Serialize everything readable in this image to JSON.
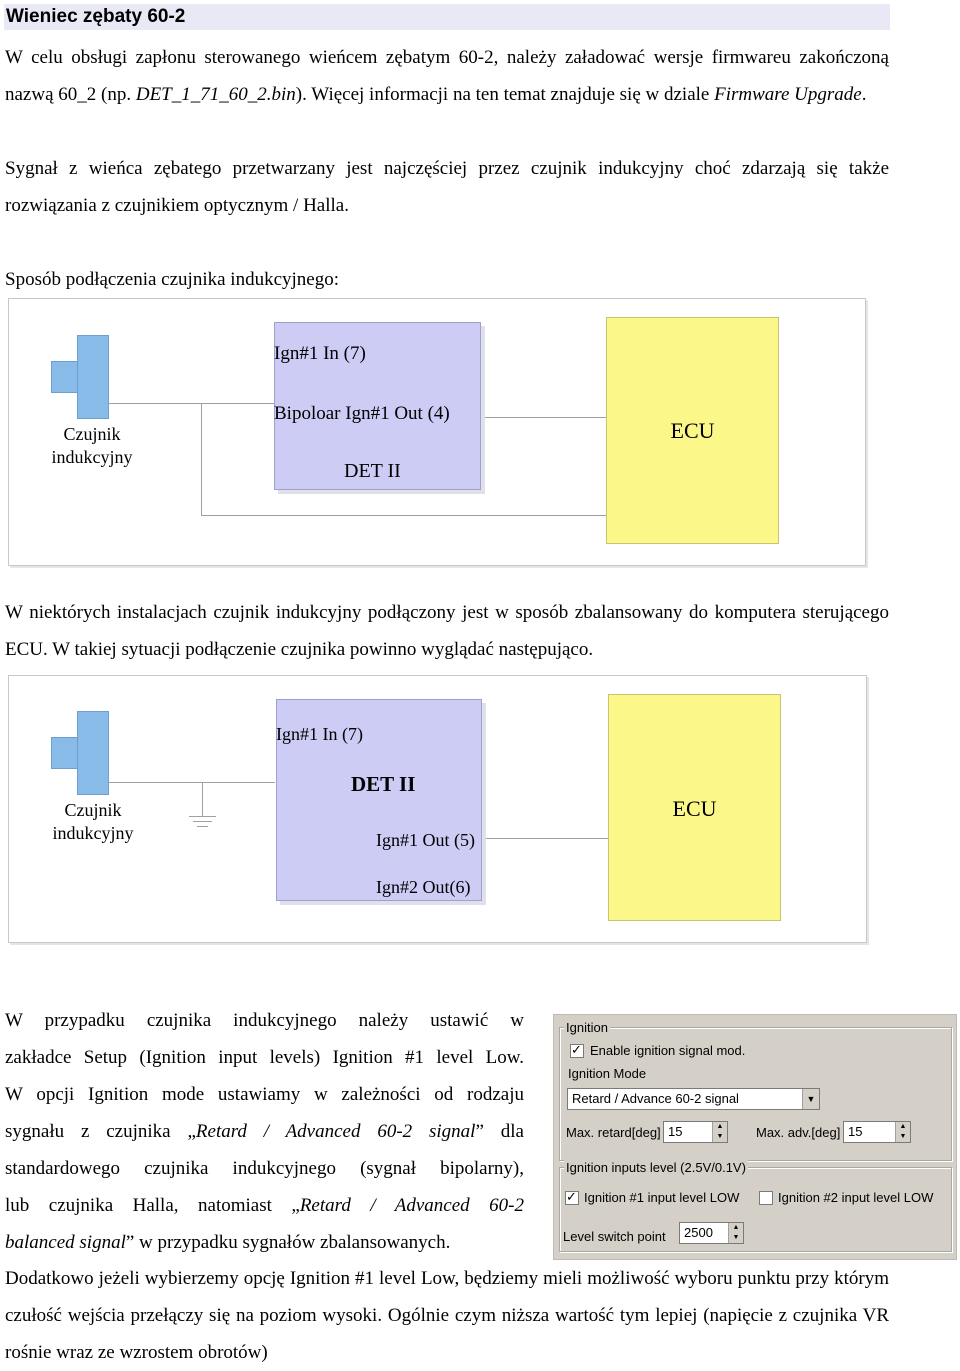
{
  "title": "Wieniec zębaty 60-2",
  "intro": {
    "p1_a": "W celu obsługi zapłonu sterowanego wieńcem zębatym 60-2, należy załadować wersje firmwareu zakończoną nazwą 60_2 (np.",
    "p1_file": "DET_1_71_60_2.bin",
    "p1_b": "). Więcej informacji na ten temat znajduje się w dziale",
    "p1_link": "Firmware Upgrade",
    "p1_c": ".",
    "p2": "Sygnał z wieńca zębatego przetwarzany jest najczęściej przez czujnik indukcyjny choć zdarzają się także rozwiązania z czujnikiem optycznym / Halla."
  },
  "section1_label": "Sposób podłączenia czujnika indukcyjnego:",
  "diagram1": {
    "sensor_label_1": "Czujnik",
    "sensor_label_2": "indukcyjny",
    "in_label": "Ign#1 In (7)",
    "out_label": "Bipoloar Ign#1 Out (4)",
    "det_label": "DET II",
    "ecu_label": "ECU"
  },
  "mid_text": "W niektórych instalacjach czujnik indukcyjny podłączony jest w sposób zbalansowany do komputera sterującego ECU. W takiej sytuacji podłączenie czujnika powinno wyglądać następująco.",
  "diagram2": {
    "sensor_label_1": "Czujnik",
    "sensor_label_2": "indukcyjny",
    "in_label": "Ign#1 In (7)",
    "det_label": "DET II",
    "out1_label": "Ign#1 Out (5)",
    "out2_label": "Ign#2 Out(6)",
    "ecu_label": "ECU"
  },
  "side_text": {
    "l1": "W przypadku czujnika indukcyjnego należy ustawić w",
    "l2": "zakładce Setup (Ignition input levels) Ignition #1 level Low.",
    "l3": "W opcji Ignition mode ustawiamy w zależności od rodzaju",
    "l4_a": "sygnału z czujnika „",
    "l4_it": "Retard / Advanced 60-2 signal",
    "l4_b": "” dla",
    "l5": "standardowego czujnika indukcyjnego (sygnał bipolarny),",
    "l6_a": "lub czujnika Halla, natomiast „",
    "l6_it": "Retard / Advanced 60-2",
    "l7_it": "balanced signal",
    "l7_b": "” w przypadku sygnałów zbalansowanych."
  },
  "panel": {
    "ignition_group": "Ignition",
    "enable_label": "Enable ignition signal mod.",
    "mode_label": "Ignition Mode",
    "mode_value": "Retard / Advance 60-2 signal",
    "max_retard_label": "Max. retard[deg]",
    "max_retard_value": "15",
    "max_adv_label": "Max. adv.[deg]",
    "max_adv_value": "15",
    "inputs_group": "Ignition inputs level (2.5V/0.1V)",
    "ign1_low_label": "Ignition #1 input level LOW",
    "ign2_low_label": "Ignition #2 input level LOW",
    "switch_label": "Level switch point",
    "switch_value": "2500"
  },
  "footer_text": "Dodatkowo jeżeli wybierzemy opcję Ignition #1 level Low, będziemy mieli możliwość wyboru punktu przy którym czułość wejścia przełączy się na poziom wysoki.  Ogólnie czym niższa wartość tym lepiej (napięcie z czujnika VR rośnie wraz ze wzrostem obrotów)"
}
